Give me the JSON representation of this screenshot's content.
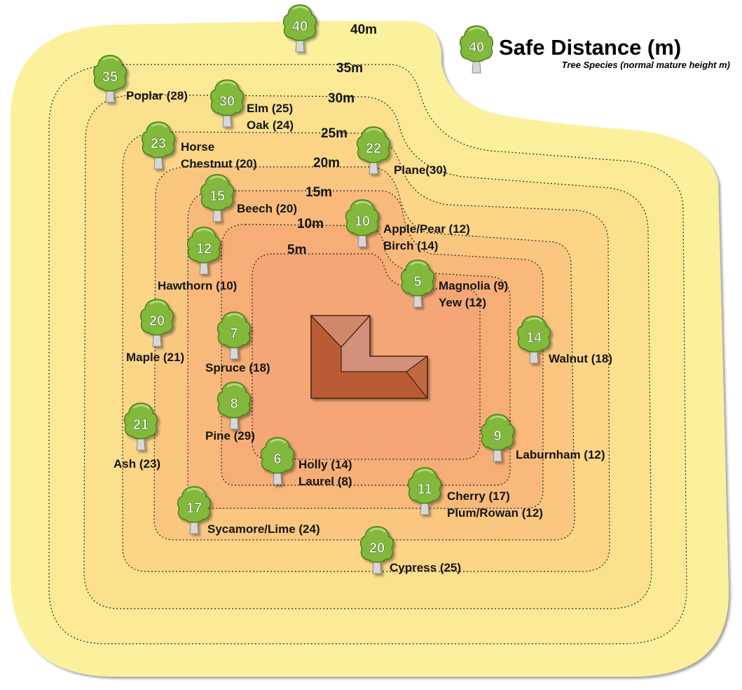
{
  "legend": {
    "icon_value": "40",
    "title": "Safe Distance (m)",
    "subtitle": "Tree Species (normal mature height m)"
  },
  "rings": [
    "40m",
    "35m",
    "30m",
    "25m",
    "20m",
    "15m",
    "10m",
    "5m"
  ],
  "trees": [
    {
      "value": "40",
      "lines": []
    },
    {
      "value": "35",
      "lines": [
        "Poplar (28)"
      ]
    },
    {
      "value": "30",
      "lines": [
        "Elm (25)",
        "Oak (24)"
      ]
    },
    {
      "value": "23",
      "lines": [
        "Horse",
        "Chestnut (20)"
      ]
    },
    {
      "value": "22",
      "lines": [
        "Plane(30)"
      ]
    },
    {
      "value": "15",
      "lines": [
        "Beech (20)"
      ]
    },
    {
      "value": "10",
      "lines": [
        "Apple/Pear (12)",
        "Birch (14)"
      ]
    },
    {
      "value": "12",
      "lines": [
        "Hawthorn (10)"
      ]
    },
    {
      "value": "5",
      "lines": [
        "Magnolia (9)",
        "Yew (12)"
      ]
    },
    {
      "value": "20",
      "lines": [
        "Maple (21)"
      ]
    },
    {
      "value": "7",
      "lines": [
        "Spruce (18)"
      ]
    },
    {
      "value": "14",
      "lines": [
        "Walnut (18)"
      ]
    },
    {
      "value": "8",
      "lines": [
        "Pine (29)"
      ]
    },
    {
      "value": "21",
      "lines": [
        "Ash (23)"
      ]
    },
    {
      "value": "9",
      "lines": [
        "Laburnham (12)"
      ]
    },
    {
      "value": "6",
      "lines": [
        "Holly (14)",
        "Laurel (8)"
      ]
    },
    {
      "value": "11",
      "lines": [
        "Cherry (17)",
        "Plum/Rowan (12)"
      ]
    },
    {
      "value": "17",
      "lines": [
        "Sycamore/Lime (24)"
      ]
    },
    {
      "value": "20",
      "lines": [
        "Cypress (25)"
      ]
    }
  ],
  "colors": {
    "ring_outer": "#fbf19b",
    "ring_inner": "#f6a777",
    "roof_dark": "#b85c38",
    "roof_light": "#d0876a",
    "tree_green": "#7fb53a",
    "tree_trunk": "#cfcfcf"
  }
}
